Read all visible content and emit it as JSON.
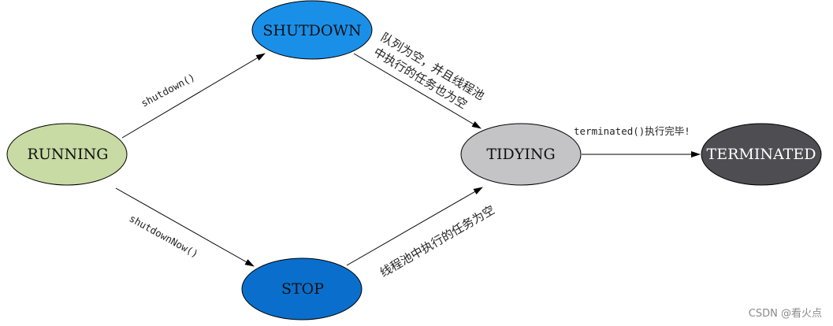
{
  "nodes": {
    "running": {
      "label": "RUNNING",
      "fill": "#c9dba4",
      "text_color": "#111111"
    },
    "shutdown": {
      "label": "SHUTDOWN",
      "fill": "#1a8fe8",
      "text_color": "#111111"
    },
    "stop": {
      "label": "STOP",
      "fill": "#0a6fcc",
      "text_color": "#111111"
    },
    "tidying": {
      "label": "TIDYING",
      "fill": "#c4c4c6",
      "text_color": "#111111"
    },
    "terminated": {
      "label": "TERMINATED",
      "fill": "#4e4d52",
      "text_color": "#ffffff"
    }
  },
  "edges": {
    "running_to_shutdown": {
      "label": "shutdown()"
    },
    "running_to_stop": {
      "label": "shutdownNow()"
    },
    "shutdown_to_tidying": {
      "label_line1": "队列为空，并且线程池",
      "label_line2": "中执行的任务也为空"
    },
    "stop_to_tidying": {
      "label": "线程池中执行的任务为空"
    },
    "tidying_to_terminated": {
      "label": "terminated()执行完毕!"
    }
  },
  "watermark": "CSDN @看火点"
}
